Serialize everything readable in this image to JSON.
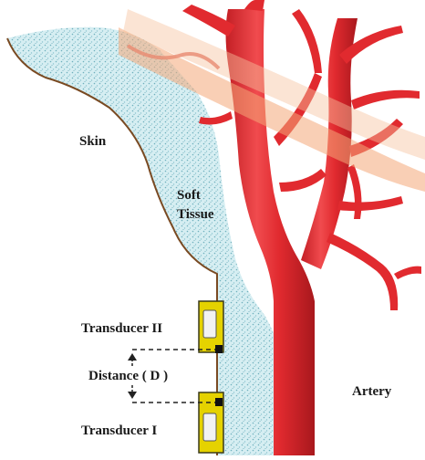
{
  "labels": {
    "skin": "Skin",
    "soft_tissue_line1": "Soft",
    "soft_tissue_line2": "Tissue",
    "transducer_2": "Transducer II",
    "distance": "Distance ( D )",
    "transducer_1": "Transducer I",
    "artery": "Artery"
  },
  "colors": {
    "artery": "#e12a2f",
    "artery_dark": "#b81d22",
    "artery_light": "#f36c6c",
    "tissue": "#cfe9ee",
    "tissue_dots": "#7fb9c4",
    "skin_line": "#7a4a22",
    "transducer_body": "#e5d200",
    "transducer_edge": "#3a3a1a",
    "transducer_window": "#f2f2f2",
    "overlay_band": "#f4a878"
  }
}
